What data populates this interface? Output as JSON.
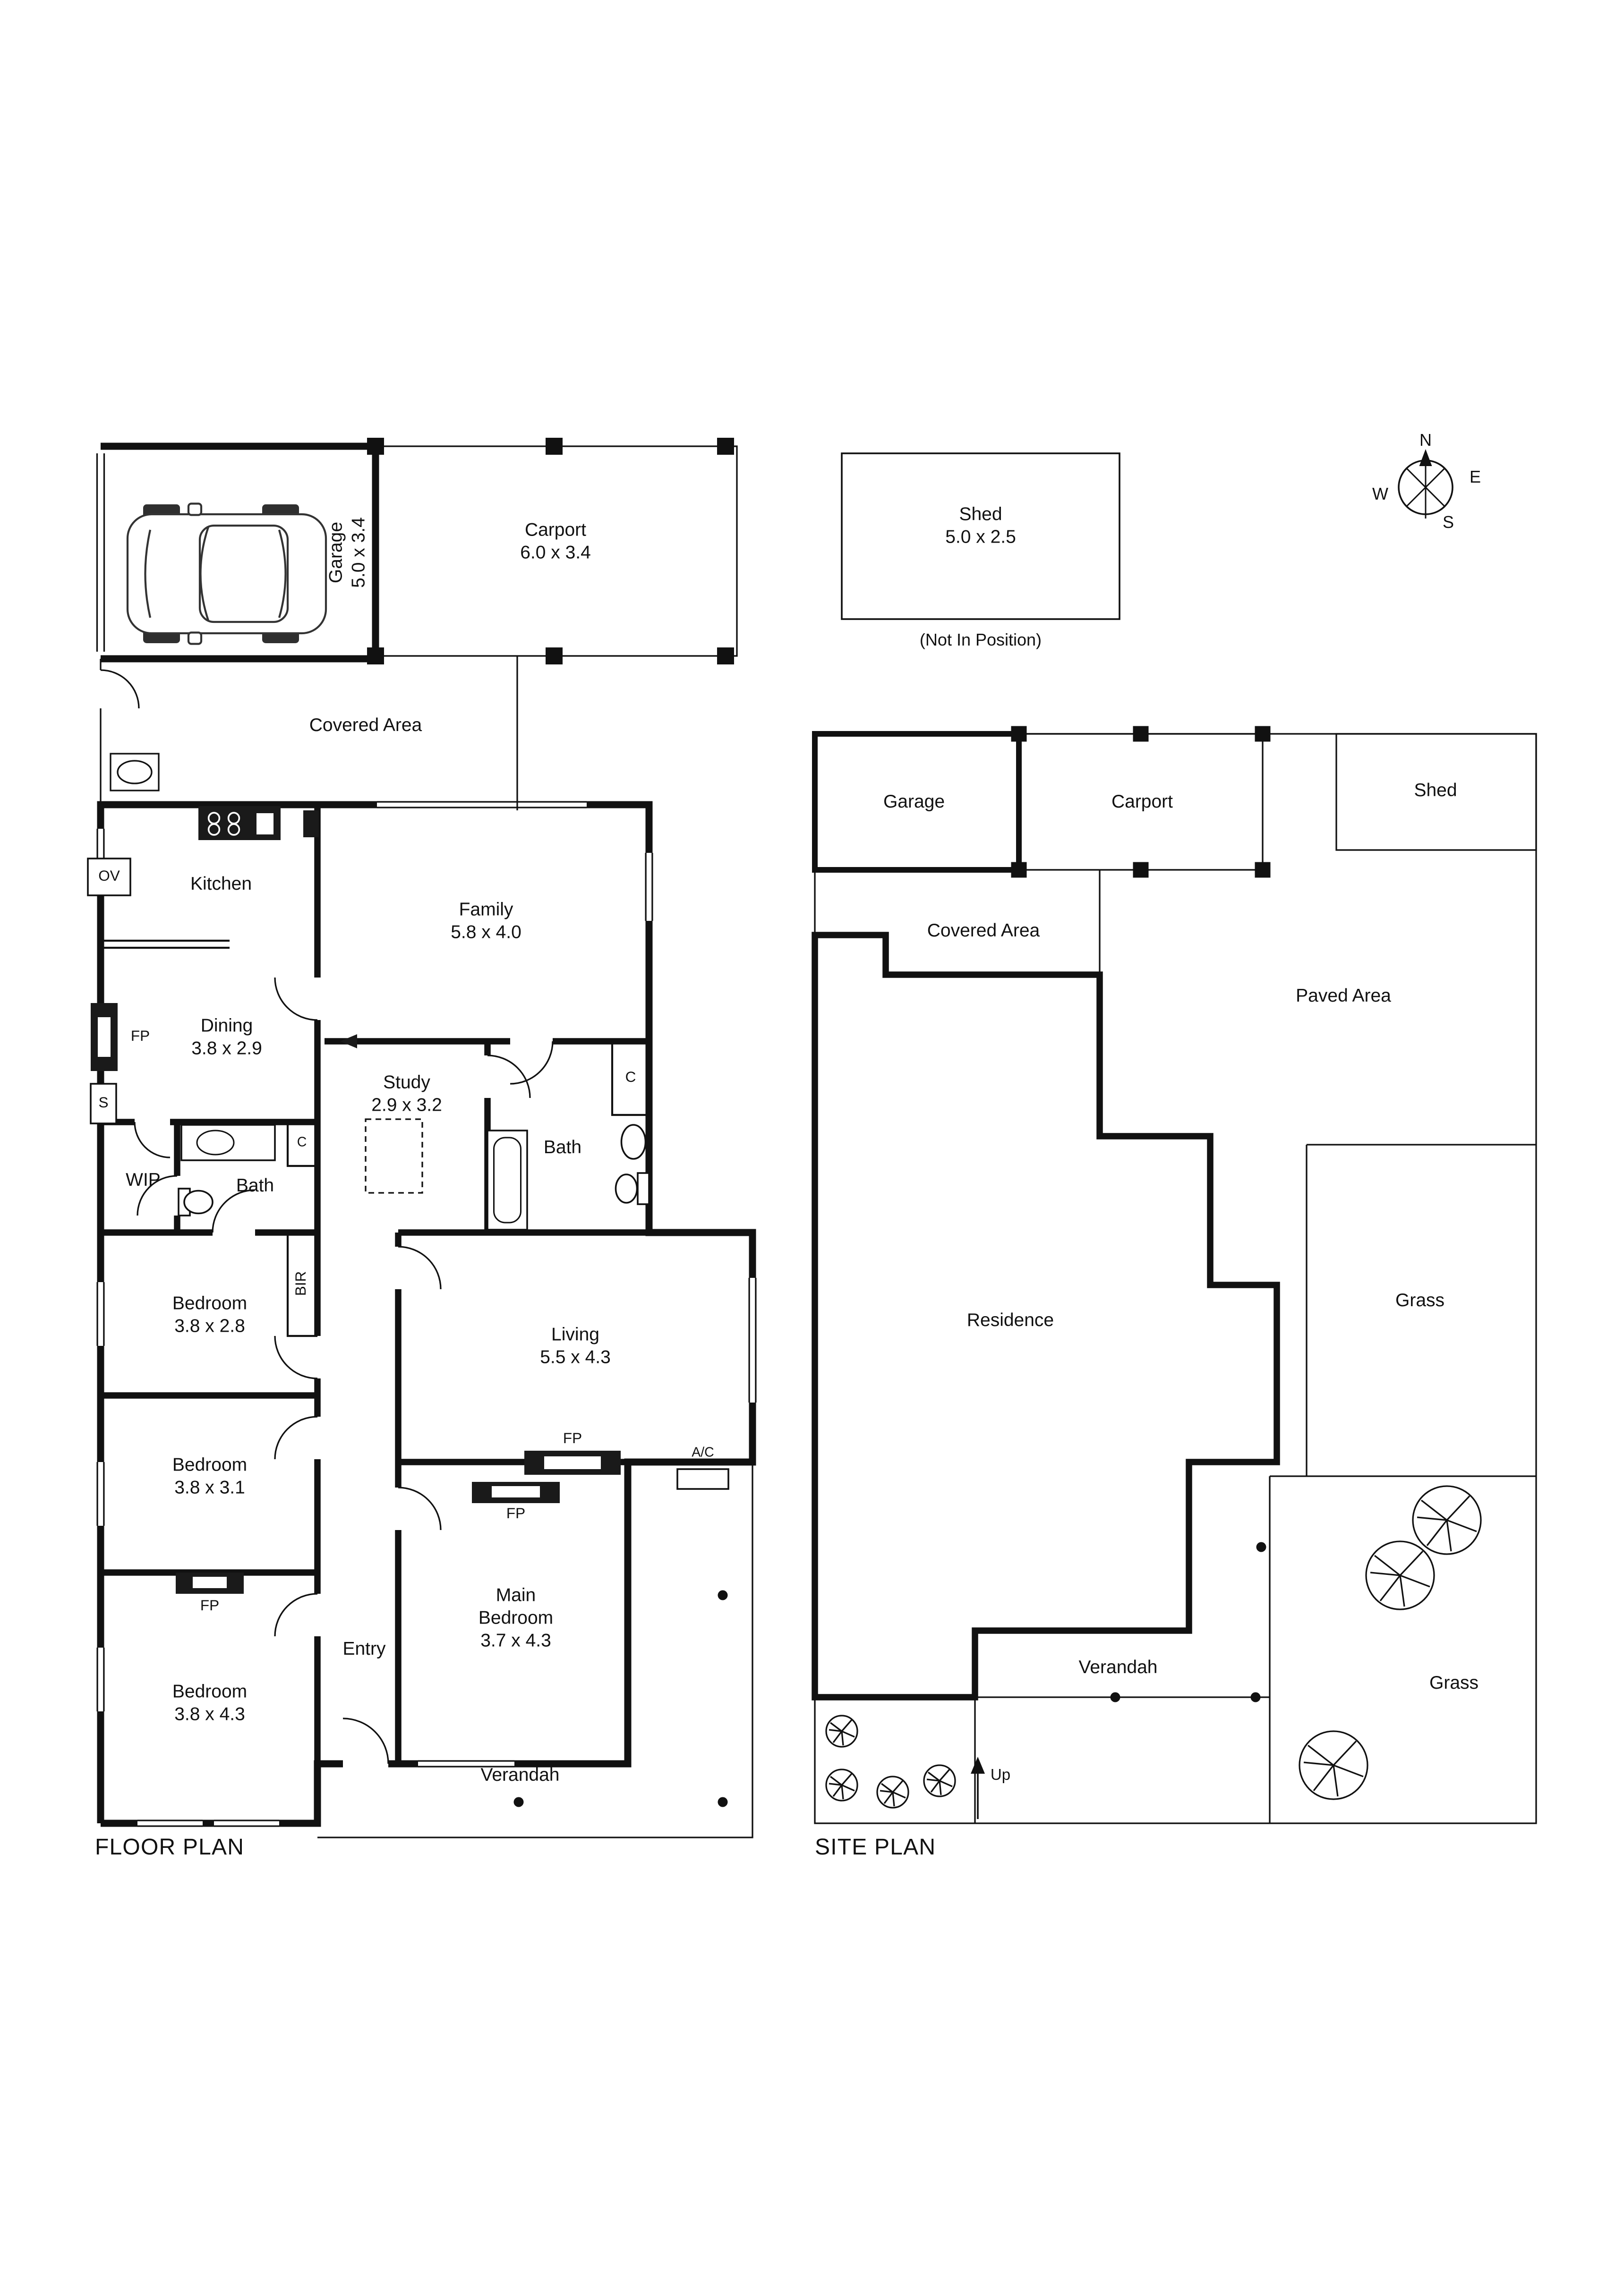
{
  "floor_plan": {
    "title": "FLOOR PLAN",
    "rooms": {
      "garage": {
        "name": "Garage",
        "dims": "5.0 x 3.4"
      },
      "carport": {
        "name": "Carport",
        "dims": "6.0 x 3.4"
      },
      "covered_area": {
        "name": "Covered Area"
      },
      "kitchen": {
        "name": "Kitchen"
      },
      "family": {
        "name": "Family",
        "dims": "5.8 x 4.0"
      },
      "dining": {
        "name": "Dining",
        "dims": "3.8 x 2.9"
      },
      "study": {
        "name": "Study",
        "dims": "2.9 x 3.2"
      },
      "bath_1": {
        "name": "Bath"
      },
      "bath_2": {
        "name": "Bath"
      },
      "wip": {
        "name": "WIP"
      },
      "bedroom_1": {
        "name": "Bedroom",
        "dims": "3.8 x 2.8"
      },
      "living": {
        "name": "Living",
        "dims": "5.5 x 4.3"
      },
      "bedroom_2": {
        "name": "Bedroom",
        "dims": "3.8 x 3.1"
      },
      "main_bedroom": {
        "name": "Main Bedroom",
        "dims": "3.7 x 4.3"
      },
      "entry": {
        "name": "Entry"
      },
      "bedroom_3": {
        "name": "Bedroom",
        "dims": "3.8 x 4.3"
      },
      "verandah": {
        "name": "Verandah"
      }
    },
    "markers": {
      "fp": "FP",
      "s": "S",
      "c": "C",
      "ov": "OV",
      "bir": "BIR",
      "ac": "A/C"
    }
  },
  "shed_detail": {
    "name": "Shed",
    "dims": "5.0 x 2.5",
    "note": "(Not In Position)"
  },
  "compass": {
    "n": "N",
    "e": "E",
    "s": "S",
    "w": "W"
  },
  "site_plan": {
    "title": "SITE PLAN",
    "areas": {
      "garage": "Garage",
      "carport": "Carport",
      "shed": "Shed",
      "covered_area": "Covered Area",
      "paved_area": "Paved Area",
      "residence": "Residence",
      "grass_1": "Grass",
      "grass_2": "Grass",
      "verandah": "Verandah",
      "up": "Up"
    }
  }
}
